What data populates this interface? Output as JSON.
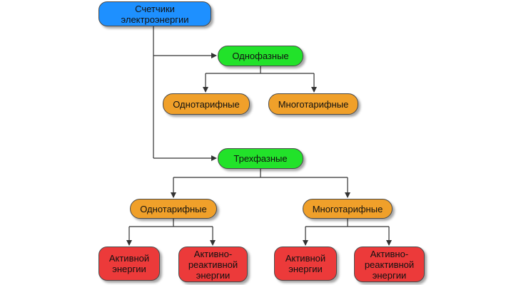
{
  "colors": {
    "root": "#1e90ff",
    "phase": "#22e22a",
    "tariff": "#f0a02a",
    "energy": "#ec3a3a",
    "connector": "#333333"
  },
  "nodes": {
    "root": "Счетчики\nэлектроэнергии",
    "single_phase": "Однофазные",
    "single_phase_single_tariff": "Однотарифные",
    "single_phase_multi_tariff": "Многотарифные",
    "three_phase": "Трехфазные",
    "three_phase_single_tariff": "Однотарифные",
    "three_phase_multi_tariff": "Многотарифные",
    "single_tariff_active": "Активной\nэнергии",
    "single_tariff_active_reactive": "Активно-\nреактивной\nэнергии",
    "multi_tariff_active": "Активной\nэнергии",
    "multi_tariff_active_reactive": "Активно-\nреактивной\nэнергии"
  }
}
